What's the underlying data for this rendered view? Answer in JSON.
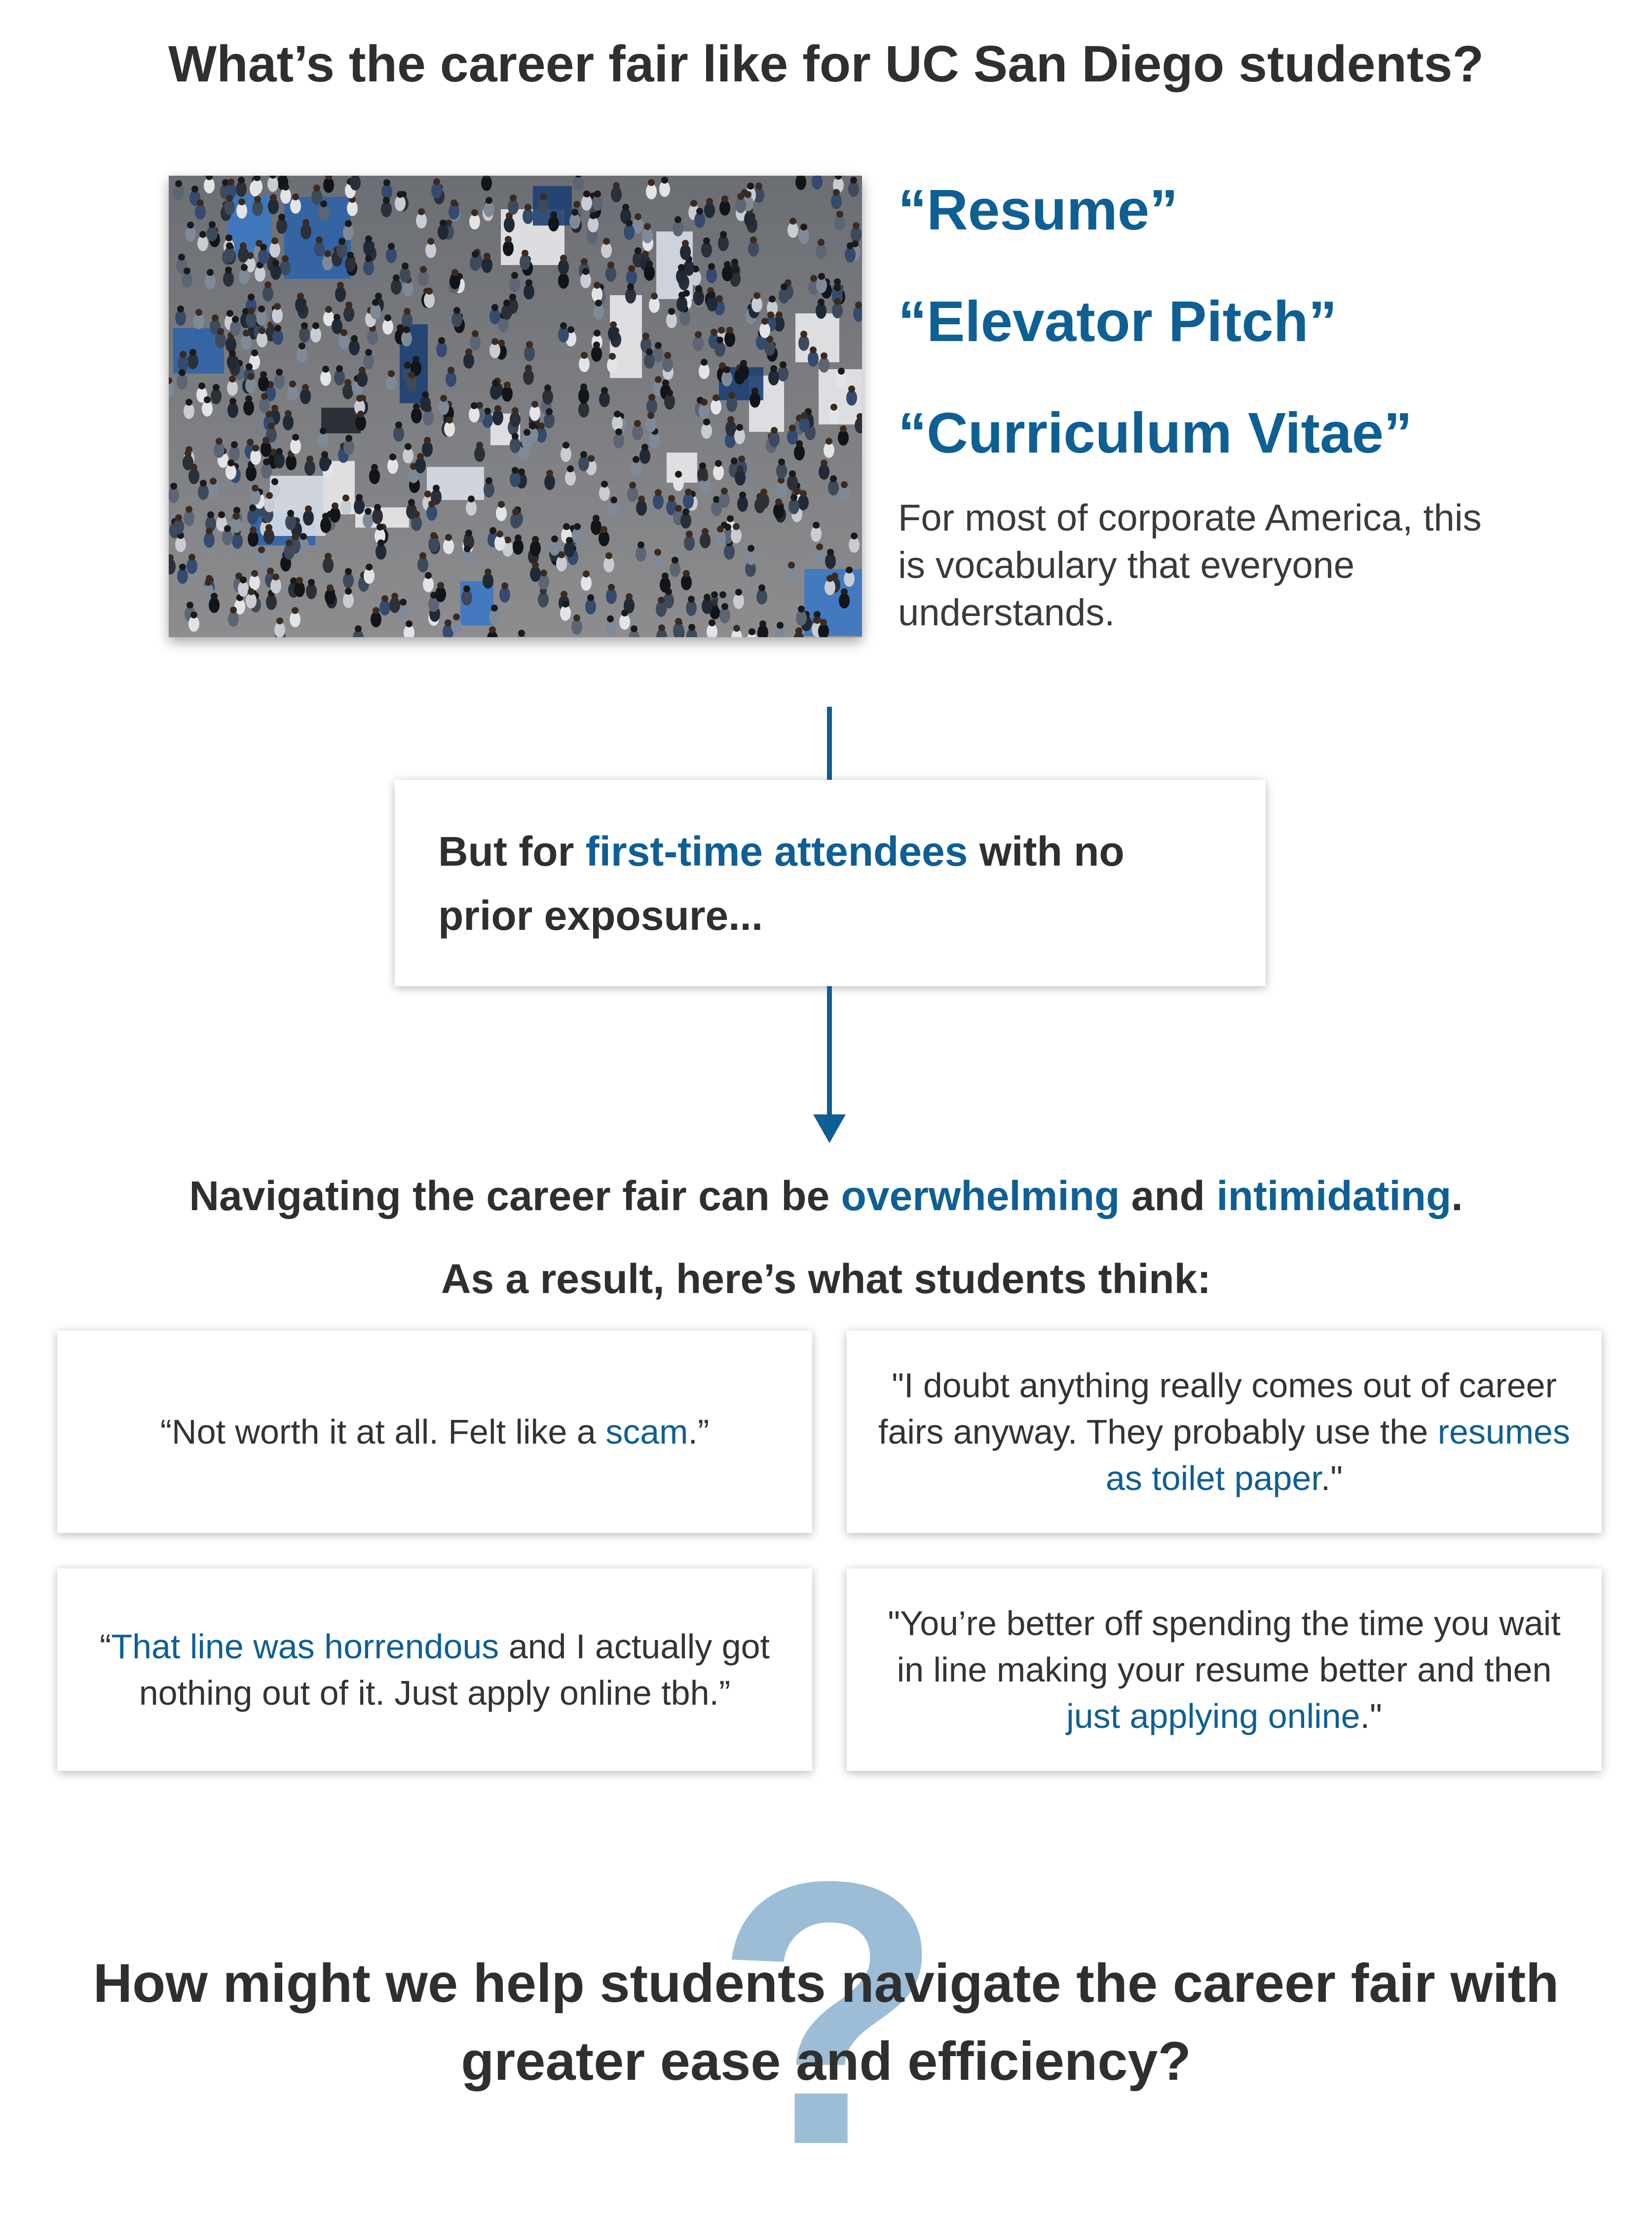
{
  "title": "What’s the career fair like for UC San Diego students?",
  "vocab": {
    "terms": [
      "“Resume”",
      "“Elevator Pitch”",
      "“Curriculum Vitae”"
    ],
    "description": "For most of corporate America, this is vocabulary that everyone understands."
  },
  "exposure": {
    "prefix": "But for ",
    "highlight": "first-time attendees",
    "suffix": " with no prior exposure..."
  },
  "navigation": {
    "prefix": "Navigating the career fair can be ",
    "highlight1": "overwhelming",
    "middle": " and ",
    "highlight2": "intimidating",
    "suffix": "."
  },
  "result_label": "As a result, here’s what students think:",
  "quotes": [
    {
      "before": "“Not worth it at all. Felt like a ",
      "highlight": "scam",
      "after": ".”"
    },
    {
      "before": "\"I doubt anything really comes out of career fairs anyway. They probably use the ",
      "highlight": "resumes as toilet paper",
      "after": ".\""
    },
    {
      "before": "“",
      "highlight": "That line was horrendous",
      "after": " and I actually got nothing out of it. Just apply online tbh.”"
    },
    {
      "before": "\"You’re better off spending the time you wait in line making your resume better and then ",
      "highlight": "just applying online",
      "after": ".\""
    }
  ],
  "question_mark": "?",
  "final_question": "How might we help students navigate the career fair with greater ease and efficiency?",
  "colors": {
    "accent": "#0e5f94",
    "text": "#2f2f2f",
    "question_mark": "#9cbdd5"
  }
}
